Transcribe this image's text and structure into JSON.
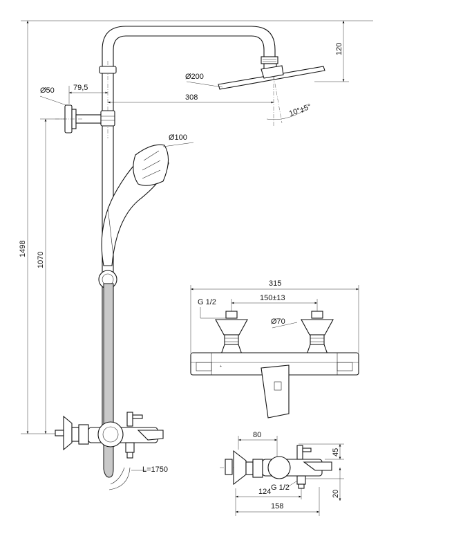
{
  "dimensions": {
    "overall_height": "1498",
    "bracket_height": "1070",
    "arm_height": "120",
    "head_diameter": "Ø200",
    "arm_reach": "308",
    "bracket_offset": "79,5",
    "bracket_diameter": "Ø50",
    "tilt_angle": "10°±5°",
    "handshower_diameter": "Ø100",
    "hose_length": "L=1750"
  },
  "front_view": {
    "width": "315",
    "centers": "150±13",
    "thread": "G 1/2",
    "knob_diameter": "Ø70"
  },
  "side_view": {
    "depth_outlet": "80",
    "height_top": "45",
    "height_bottom": "20",
    "thread": "G 1/2",
    "depth_spout": "124",
    "depth_total": "158"
  }
}
